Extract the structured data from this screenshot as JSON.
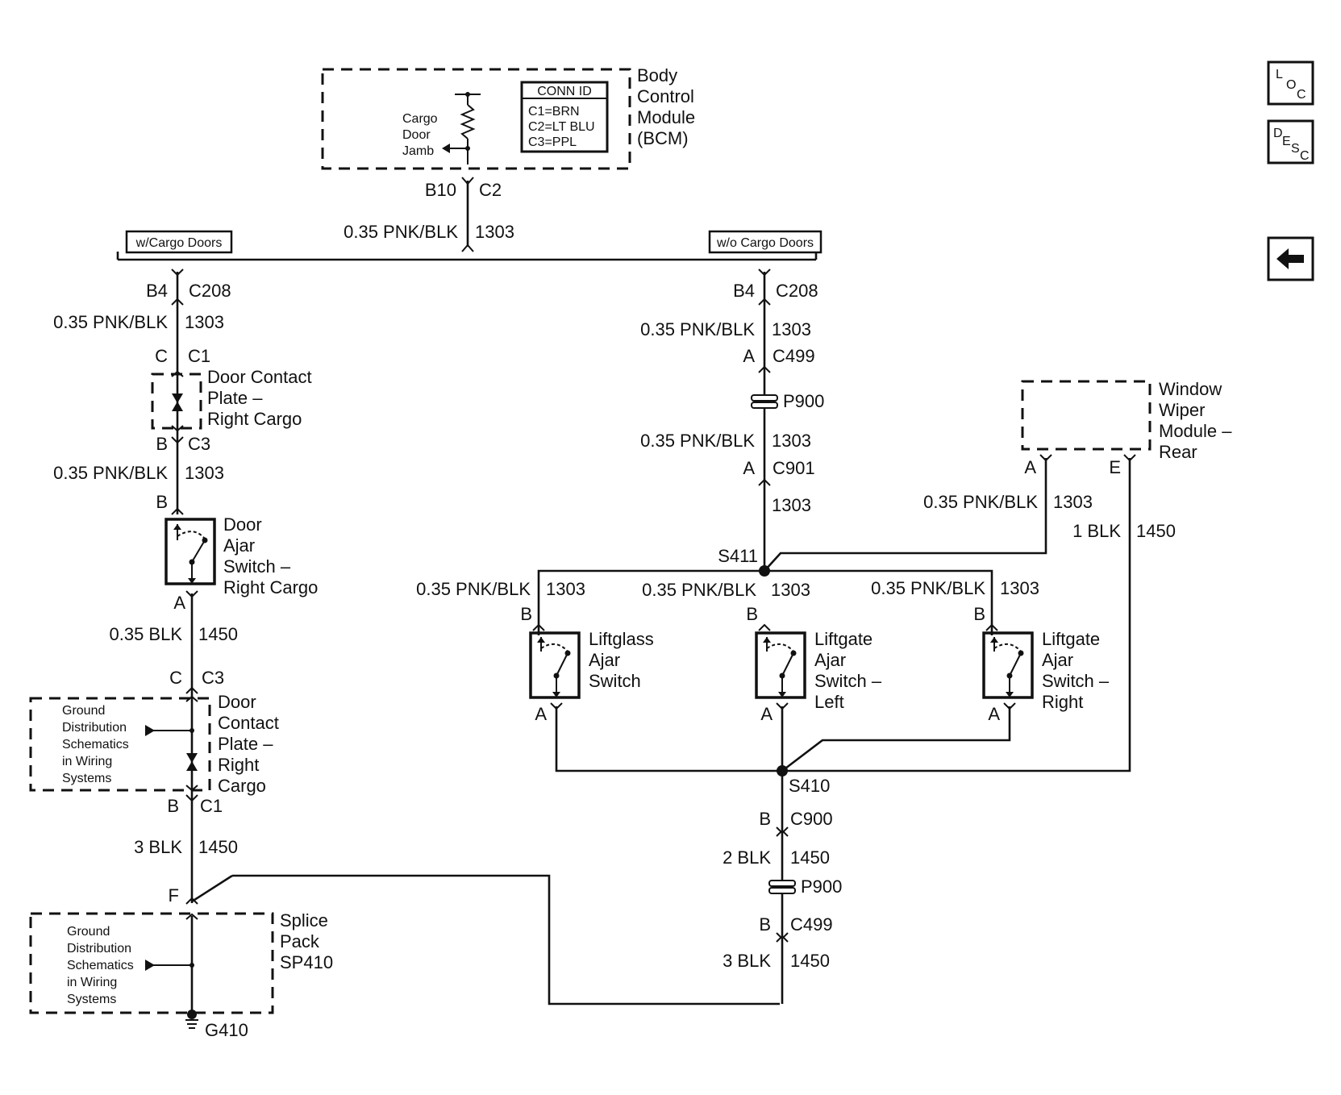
{
  "bcm": {
    "title_line1": "Body",
    "title_line2": "Control",
    "title_line3": "Module",
    "title_line4": "(BCM)",
    "input_line1": "Cargo",
    "input_line2": "Door",
    "input_line3": "Jamb",
    "conn_id_title": "CONN ID",
    "conn_c1": "C1=BRN",
    "conn_c2": "C2=LT BLU",
    "conn_c3": "C3=PPL",
    "pin": "B10",
    "connector": "C2"
  },
  "main_wire": {
    "gauge_color": "0.35 PNK/BLK",
    "circuit": "1303"
  },
  "options": {
    "left": "w/Cargo Doors",
    "right": "w/o Cargo Doors"
  },
  "left_branch": {
    "c208_pin": "B4",
    "c208": "C208",
    "wire1_gc": "0.35 PNK/BLK",
    "wire1_ckt": "1303",
    "c1_pin": "C",
    "c1": "C1",
    "contact_plate_l1": "Door Contact",
    "contact_plate_l2": "Plate –",
    "contact_plate_l3": "Right Cargo",
    "c3_pin": "B",
    "c3": "C3",
    "wire2_gc": "0.35 PNK/BLK",
    "wire2_ckt": "1303",
    "switch_pin_b": "B",
    "switch_l1": "Door",
    "switch_l2": "Ajar",
    "switch_l3": "Switch –",
    "switch_l4": "Right Cargo",
    "switch_pin_a": "A",
    "wire3_gc": "0.35 BLK",
    "wire3_ckt": "1450",
    "c3b_pin": "C",
    "c3b": "C3",
    "plate2_l1": "Door",
    "plate2_l2": "Contact",
    "plate2_l3": "Plate –",
    "plate2_l4": "Right",
    "plate2_l5": "Cargo",
    "ground_ref": [
      "Ground",
      "Distribution",
      "Schematics",
      "in Wiring",
      "Systems"
    ],
    "c1b_pin": "B",
    "c1b": "C1",
    "wire4_gc": "3 BLK",
    "wire4_ckt": "1450",
    "splice_pin": "F",
    "splice_l1": "Splice",
    "splice_l2": "Pack",
    "splice_l3": "SP410",
    "ground_ref2": [
      "Ground",
      "Distribution",
      "Schematics",
      "in Wiring",
      "Systems"
    ],
    "ground": "G410"
  },
  "right_branch": {
    "c208_pin": "B4",
    "c208": "C208",
    "wire1_gc": "0.35 PNK/BLK",
    "wire1_ckt": "1303",
    "c499_pin": "A",
    "c499": "C499",
    "p900": "P900",
    "wire2_gc": "0.35 PNK/BLK",
    "wire2_ckt": "1303",
    "c901_pin": "A",
    "c901": "C901",
    "wire3_ckt": "1303",
    "splice": "S411",
    "wiper_l1": "Window",
    "wiper_l2": "Wiper",
    "wiper_l3": "Module –",
    "wiper_l4": "Rear",
    "wiper_pin_a": "A",
    "wiper_pin_e": "E",
    "wiper_a_gc": "0.35 PNK/BLK",
    "wiper_a_ckt": "1303",
    "wiper_e_gc": "1 BLK",
    "wiper_e_ckt": "1450",
    "sw1_gc": "0.35 PNK/BLK",
    "sw1_ckt": "1303",
    "sw1_pin_b": "B",
    "sw1_pin_a": "A",
    "sw1_l1": "Liftglass",
    "sw1_l2": "Ajar",
    "sw1_l3": "Switch",
    "sw2_gc": "0.35 PNK/BLK",
    "sw2_ckt": "1303",
    "sw2_pin_b": "B",
    "sw2_pin_a": "A",
    "sw2_l1": "Liftgate",
    "sw2_l2": "Ajar",
    "sw2_l3": "Switch –",
    "sw2_l4": "Left",
    "sw3_gc": "0.35 PNK/BLK",
    "sw3_ckt": "1303",
    "sw3_pin_b": "B",
    "sw3_pin_a": "A",
    "sw3_l1": "Liftgate",
    "sw3_l2": "Ajar",
    "sw3_l3": "Switch –",
    "sw3_l4": "Right",
    "splice2": "S410",
    "c900_pin": "B",
    "c900": "C900",
    "wire4_gc": "2 BLK",
    "wire4_ckt": "1450",
    "p900b": "P900",
    "c499b_pin": "B",
    "c499b": "C499",
    "wire5_gc": "3 BLK",
    "wire5_ckt": "1450"
  },
  "nav": {
    "loc": {
      "a": "L",
      "b": "O",
      "c": "C"
    },
    "desc": {
      "a": "D",
      "b": "E",
      "c": "S",
      "d": "C"
    },
    "back_icon": "left-arrow-icon"
  }
}
